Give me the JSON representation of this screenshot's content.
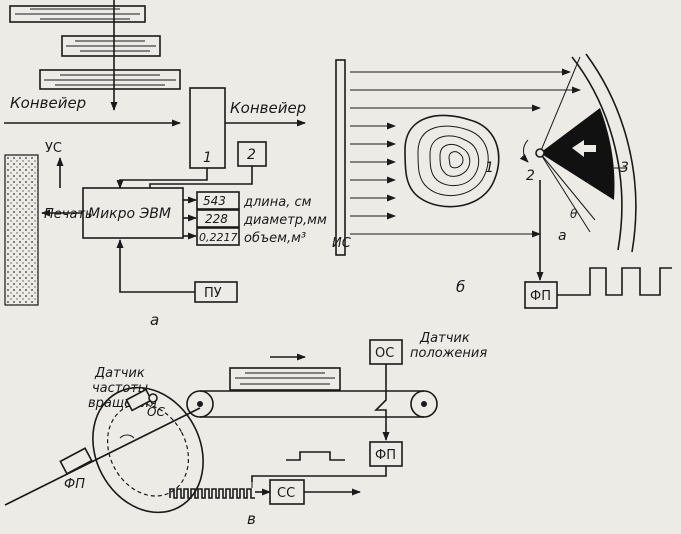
{
  "panel_a": {
    "label": "а",
    "conveyor_left": "Конвейер",
    "conveyor_right": "Конвейер",
    "box1": "1",
    "box2": "2",
    "us": "УС",
    "print": "Печать",
    "computer": "Микро ЭВМ",
    "readouts": [
      {
        "value": "543",
        "label": "длина, см"
      },
      {
        "value": "228",
        "label": "диаметр,мм"
      },
      {
        "value": "0,2217",
        "label": "объем,м³"
      }
    ],
    "pu": "ПУ"
  },
  "panel_b": {
    "label": "б",
    "is": "ИС",
    "n1": "1",
    "n2": "2",
    "n3": "3",
    "a": "а",
    "theta": "θ",
    "fp": "ФП"
  },
  "panel_v": {
    "label": "в",
    "freq_sensor_1": "Датчик",
    "freq_sensor_2": "частоты",
    "freq_sensor_3": "вращения",
    "os_small": "ОС",
    "fp_left": "ФП",
    "os_box": "ОС",
    "pos_sensor_1": "Датчик",
    "pos_sensor_2": "положения",
    "fp_box": "ФП",
    "ss_box": "СС"
  }
}
